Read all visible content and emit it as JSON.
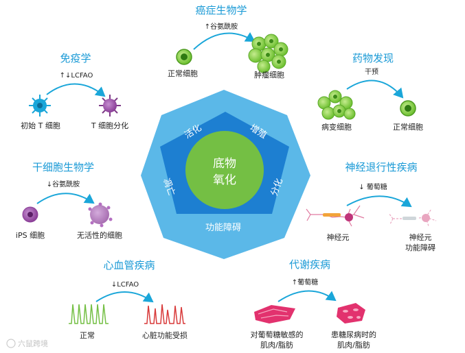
{
  "center": {
    "line1": "底物",
    "line2": "氧化"
  },
  "ring": {
    "activation": "活化",
    "proliferation": "增殖",
    "differentiation": "分化",
    "dysfunction": "功能障碍",
    "death": "凋亡"
  },
  "cancer": {
    "title": "癌症生物学",
    "modifier": "↑谷氨酰胺",
    "from": "正常细胞",
    "to": "肿瘤细胞"
  },
  "drug": {
    "title": "药物发现",
    "modifier": "干预",
    "from": "病变细胞",
    "to": "正常细胞"
  },
  "immunity": {
    "title": "免疫学",
    "modifier": "↑↓LCFAO",
    "from": "初始 T 细胞",
    "to": "T 细胞分化"
  },
  "stem": {
    "title": "干细胞生物学",
    "modifier": "↓谷氨酰胺",
    "from": "iPS 细胞",
    "to": "无活性的细胞"
  },
  "neuro": {
    "title": "神经退行性疾病",
    "modifier": "↓ 葡萄糖",
    "from": "神经元",
    "to_line1": "神经元",
    "to_line2": "功能障碍"
  },
  "cardio": {
    "title": "心血管疾病",
    "modifier": "↓LCFAO",
    "from": "正常",
    "to": "心脏功能受损"
  },
  "metabolic": {
    "title": "代谢疾病",
    "modifier": "↑葡萄糖",
    "from_line1": "对葡萄糖敏感的",
    "from_line2": "肌肉/脂肪",
    "to_line1": "患糖尿病时的",
    "to_line2": "肌肉/脂肪"
  },
  "watermark": "六鼠跨境",
  "colors": {
    "accent": "#1a9ad6",
    "hexagon": "#5bb8e8",
    "pentagon": "#1d7fd1",
    "core": "#74bf44"
  }
}
